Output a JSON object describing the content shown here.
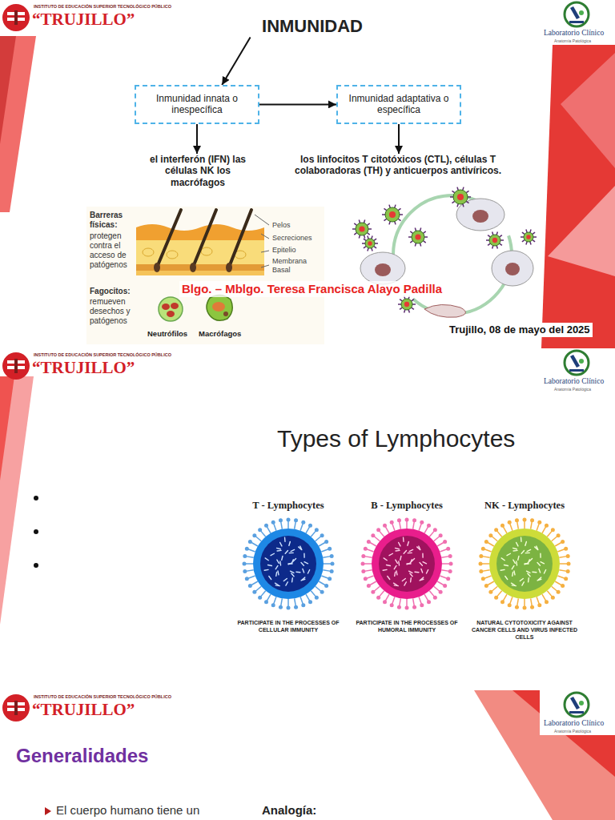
{
  "diagram": {
    "nodes": [
      {
        "text": [
          "INMUNIDAD"
        ]
      },
      {
        "text": [
          "Inmunidad innata o inespecífica"
        ]
      },
      {
        "text": [
          "Inmunidad adaptativa o específica"
        ]
      },
      {
        "text": [
          "el interferón (IFN) las células NK los macrófagos"
        ]
      },
      {
        "text": [
          "los linfocitos T citotóxicos (CTL), células T colaboradoras (TH) y anticuerpos antivíricos."
        ]
      },
      {
        "text": [
          "T - Lymphocytes",
          "PARTICIPATE IN THE PROCESSES OF CELLULAR IMMUNITY"
        ]
      },
      {
        "text": [
          "B - Lymphocytes",
          "PARTICIPATE IN THE PROCESSES OF HUMORAL IMMUNITY"
        ]
      },
      {
        "text": [
          "NK - Lymphocytes",
          "NATURAL CYTOTOXICITY AGAINST CANCER CELLS AND VIRUS INFECTED CELLS"
        ]
      }
    ],
    "edges": [
      {
        "from": 0,
        "to": 1,
        "arrow": "to"
      },
      {
        "from": 1,
        "to": 2,
        "arrow": "to"
      },
      {
        "from": 1,
        "to": 3,
        "arrow": "to"
      },
      {
        "from": 2,
        "to": 4,
        "arrow": "to"
      }
    ],
    "labels": [
      "INSTITUTO DE EDUCACIÓN SUPERIOR TECNOLÓGICO PÚBLICO",
      "“TRUJILLO”",
      "Laboratorio Clínico",
      "Anatomía Patológica",
      "Barreras físicas:",
      "protegen contra el acceso de patógenos",
      "Pelos",
      "Secreciones",
      "Epitelio",
      "Membrana Basal",
      "Fagocitos:",
      "remueven desechos y patógenos",
      "Neutrófilos",
      "Macrófagos",
      "Blgo. – Mblgo. Teresa Francisca Alayo Padilla",
      "Trujillo, 08 de mayo del 2025",
      "INSTITUTO DE EDUCACIÓN SUPERIOR TECNOLÓGICO PÚBLICO",
      "“TRUJILLO”",
      "Laboratorio Clínico",
      "Anatomía Patológica",
      "Types of Lymphocytes",
      "INSTITUTO DE EDUCACIÓN SUPERIOR TECNOLÓGICO PÚBLICO",
      "“TRUJILLO”",
      "Laboratorio Clínico",
      "Anatomía Patológica",
      "Generalidades",
      "El cuerpo humano tiene un",
      "Analogía:"
    ]
  }
}
